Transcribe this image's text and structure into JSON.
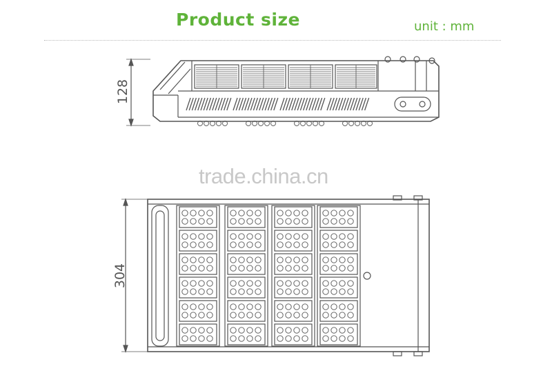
{
  "title": "Product size",
  "unit": "unit : mm",
  "watermark": "trade.china.cn",
  "dimensions": {
    "height": "128",
    "width": "304"
  },
  "colors": {
    "accent": "#5fb33a",
    "line": "#555555",
    "watermark": "#c8c8c8"
  }
}
